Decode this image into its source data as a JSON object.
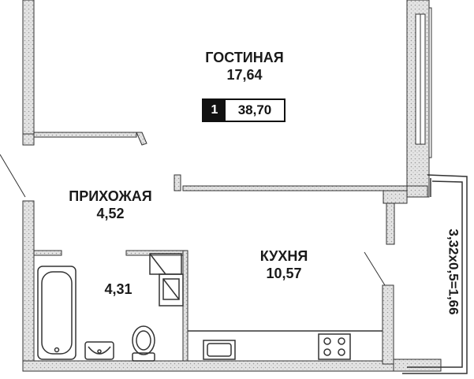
{
  "rooms": {
    "living": {
      "name": "ГОСТИНАЯ",
      "area": "17,64"
    },
    "hall": {
      "name": "ПРИХОЖАЯ",
      "area": "4,52"
    },
    "kitchen": {
      "name": "КУХНЯ",
      "area": "10,57"
    },
    "bathroom": {
      "area": "4,31"
    }
  },
  "badge": {
    "rooms": "1",
    "total_area": "38,70"
  },
  "balcony": {
    "label": "3,32x0,5=1,66"
  },
  "colors": {
    "wall": "#d9d9d9",
    "outline": "#333333",
    "text": "#1a1a1a",
    "badge_dark": "#111111"
  }
}
